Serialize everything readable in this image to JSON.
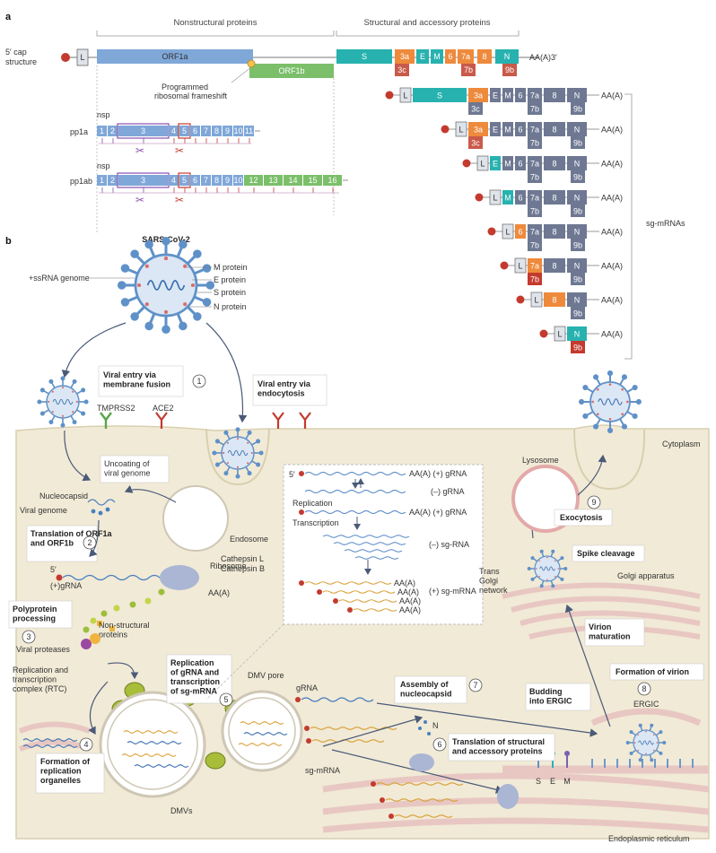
{
  "panel_a": {
    "label": "a",
    "header_nonstructural": "Nonstructural proteins",
    "header_structural": "Structural and accessory proteins",
    "cap_label_line1": "5′ cap",
    "cap_label_line2": "structure",
    "leader": "L",
    "orf1a": "ORF1a",
    "orf1b": "ORF1b",
    "frameshift_line1": "Programmed",
    "frameshift_line2": "ribosomal frameshift",
    "genes_top": [
      "S",
      "3a",
      "E",
      "M",
      "6",
      "7a",
      "8",
      "N"
    ],
    "genes_bottom": [
      "3c",
      "7b",
      "9b"
    ],
    "genome_tail": "AA(A)3′",
    "nsp_label": "nsp",
    "pp1a_label": "pp1a",
    "pp1a_nsps": [
      "1",
      "2",
      "3",
      "4",
      "5",
      "6",
      "7",
      "8",
      "9",
      "10",
      "11"
    ],
    "pp1ab_label": "pp1ab",
    "pp1ab_nsps": [
      "1",
      "2",
      "3",
      "4",
      "5",
      "6",
      "7",
      "8",
      "9",
      "10",
      "12",
      "13",
      "14",
      "15",
      "16"
    ],
    "scissors_icon": "scissors-icon",
    "polya": "AA(A)",
    "sg_mrnas_label": "sg-mRNAs",
    "sg_rows": [
      {
        "top": [
          "L",
          "S",
          "3a",
          "E",
          "M",
          "6",
          "7a",
          "8",
          "N"
        ],
        "bottom": [
          "3c",
          "7b",
          "9b"
        ]
      },
      {
        "top": [
          "L",
          "3a",
          "E",
          "M",
          "6",
          "7a",
          "8",
          "N"
        ],
        "bottom": [
          "3c",
          "7b",
          "9b"
        ]
      },
      {
        "top": [
          "L",
          "E",
          "M",
          "6",
          "7a",
          "8",
          "N"
        ],
        "bottom": [
          "7b",
          "9b"
        ]
      },
      {
        "top": [
          "L",
          "M",
          "6",
          "7a",
          "8",
          "N"
        ],
        "bottom": [
          "7b",
          "9b"
        ]
      },
      {
        "top": [
          "L",
          "6",
          "7a",
          "8",
          "N"
        ],
        "bottom": [
          "7b",
          "9b"
        ]
      },
      {
        "top": [
          "L",
          "7a",
          "8",
          "N"
        ],
        "bottom": [
          "7b",
          "9b"
        ]
      },
      {
        "top": [
          "L",
          "8",
          "N"
        ],
        "bottom": [
          "9b"
        ]
      },
      {
        "top": [
          "L",
          "N"
        ],
        "bottom": [
          "9b"
        ]
      }
    ]
  },
  "panel_b": {
    "label": "b",
    "virus_title": "SARS-CoV-2",
    "virion_labels": {
      "m_protein": "M protein",
      "e_protein": "E protein",
      "s_protein": "S protein",
      "n_protein": "N protein",
      "genome": "+ssRNA genome"
    },
    "receptors": {
      "tmprss2": "TMPRSS2",
      "ace2": "ACE2"
    },
    "cytoplasm": "Cytoplasm",
    "endocytosis": "Viral entry via\nendocytosis",
    "uncoating": "Uncoating of\nviral genome",
    "nucleocapsid": "Nucleocapsid",
    "viral_genome": "Viral genome",
    "endosome": "Endosome",
    "cathepsin_l": "Cathepsin L",
    "cathepsin_b": "Cathepsin B",
    "ribosome": "Ribosome",
    "grna_5": "5′",
    "grna_plus": "(+)gRNA",
    "polya": "AA(A)",
    "nonstructural_proteins": "Non-structural\nproteins",
    "viral_proteases": "Viral proteases",
    "rtc": "Replication and\ntranscription\ncomplex (RTC)",
    "dmv_pore": "DMV pore",
    "dmvs": "DMVs",
    "grna": "gRNA",
    "sg_mrna": "sg-mRNA",
    "n_label": "N",
    "replication_box": {
      "plus_grna": "AA(A) (+) gRNA",
      "minus_grna": "(–) gRNA",
      "replication": "Replication",
      "plus_grna2": "AA(A) (+) gRNA",
      "transcription": "Transcription",
      "minus_sgrna": "(–) sg-RNA",
      "plus_sgmrna": "(+) sg-mRNA",
      "five_prime": "5′",
      "aa": "AA(A)"
    },
    "lysosome": "Lysosome",
    "trans_golgi": "Trans\nGolgi\nnetwork",
    "golgi": "Golgi apparatus",
    "ergic": "ERGIC",
    "er": "Endoplasmic reticulum",
    "sem": [
      "S",
      "E",
      "M"
    ],
    "steps": [
      {
        "num": "1",
        "label": "Viral entry via\nmembrane fusion"
      },
      {
        "num": "2",
        "label": "Translation of ORF1a\nand ORF1b"
      },
      {
        "num": "3",
        "label": "Polyprotein\nprocessing"
      },
      {
        "num": "4",
        "label": "Formation of\nreplication\norganelles"
      },
      {
        "num": "5",
        "label": "Replication\nof gRNA and\ntranscription\nof sg-mRNA"
      },
      {
        "num": "6",
        "label": "Translation of structural\nand accessory proteins"
      },
      {
        "num": "7",
        "label": "Assembly of\nnucleocapsid"
      },
      {
        "num": "8",
        "label": "Formation of virion"
      },
      {
        "num": "9",
        "label": "Exocytosis"
      }
    ],
    "budding": "Budding\ninto ERGIC",
    "virion_maturation": "Virion\nmaturation",
    "spike_cleavage": "Spike cleavage"
  },
  "colors": {
    "orf1a": "#7fa7d8",
    "orf1b": "#7bbf6a",
    "s": "#27b2b0",
    "orange": "#ee8a3c",
    "slate": "#6e7892",
    "red": "#c43a2e",
    "cyto": "#f1ead6",
    "virus": "#5f91c8"
  }
}
